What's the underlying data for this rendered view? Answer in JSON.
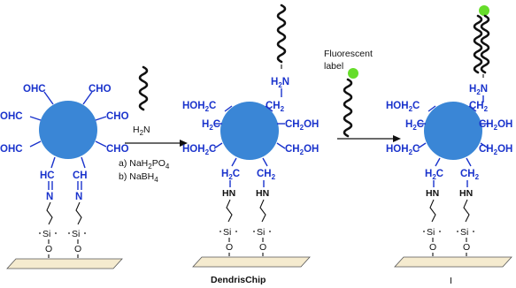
{
  "colors": {
    "dendrimer": "#3a86d6",
    "text_blue": "#1a33cc",
    "label_dot": "#66dd2a",
    "surface": "#f5ebcf"
  },
  "groups": {
    "cho": "CHO",
    "ohc": "OHC",
    "hc": "HC",
    "ch": "CH",
    "hoh2c": "HOH",
    "ch2oh": "CH",
    "h2c": "H",
    "ch2": "CH",
    "hn": "HN",
    "n": "N",
    "h2n": "H",
    "si": "Si",
    "o": "O",
    "sub2": "2",
    "sub4": "4",
    "c": "C",
    "oh": "OH",
    "ntail": "N"
  },
  "reagent": {
    "label_a": "a) NaH",
    "label_a_tail": "PO",
    "label_b": "b) NaBH"
  },
  "fluorescent": {
    "line1": "Fluorescent",
    "line2": "label"
  },
  "captions": {
    "dendrischip": "DendrisChip",
    "final": "I"
  }
}
